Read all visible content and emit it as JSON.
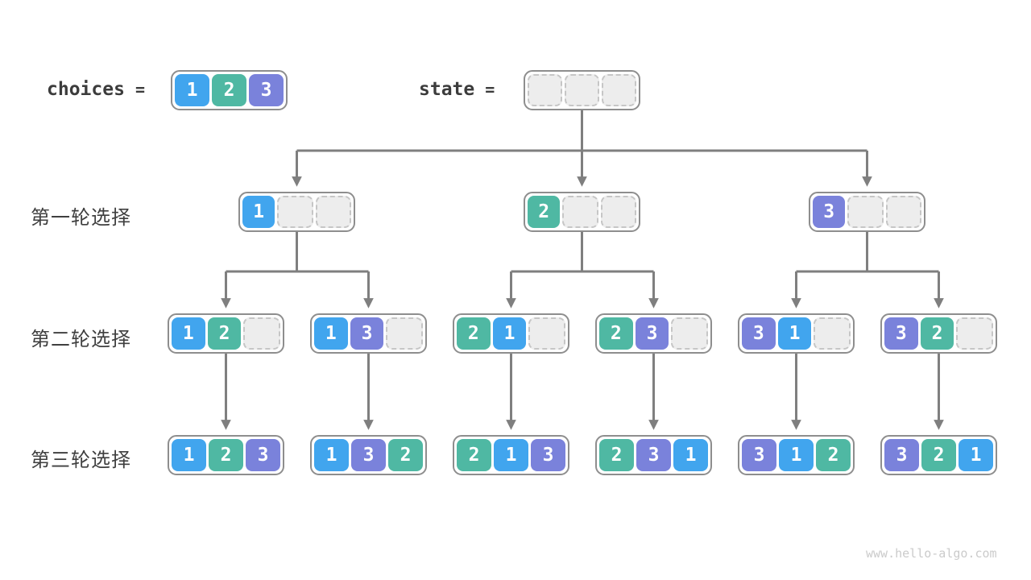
{
  "palette": {
    "1": "#41A5EE",
    "2": "#4FB8A3",
    "3": "#7A82DB"
  },
  "colors": {
    "arrow": "#7F7F7F",
    "node_border": "#8E8E8E",
    "empty_cell_bg": "#EDEDED",
    "empty_cell_border": "#C6C6C6",
    "text_dark": "#3C3C3C",
    "watermark": "#CBCBCB"
  },
  "labels": {
    "choices": "choices",
    "state": "state",
    "equals": "=",
    "round1": "第一轮选择",
    "round2": "第二轮选择",
    "round3": "第三轮选择",
    "watermark": "www.hello-algo.com"
  },
  "nodes": {
    "choices": [
      "1",
      "2",
      "3"
    ],
    "state": [
      "",
      "",
      ""
    ],
    "r1": [
      [
        "1",
        "",
        ""
      ],
      [
        "2",
        "",
        ""
      ],
      [
        "3",
        "",
        ""
      ]
    ],
    "r2": [
      [
        "1",
        "2",
        ""
      ],
      [
        "1",
        "3",
        ""
      ],
      [
        "2",
        "1",
        ""
      ],
      [
        "2",
        "3",
        ""
      ],
      [
        "3",
        "1",
        ""
      ],
      [
        "3",
        "2",
        ""
      ]
    ],
    "r3": [
      [
        "1",
        "2",
        "3"
      ],
      [
        "1",
        "3",
        "2"
      ],
      [
        "2",
        "1",
        "3"
      ],
      [
        "2",
        "3",
        "1"
      ],
      [
        "3",
        "1",
        "2"
      ],
      [
        "3",
        "2",
        "1"
      ]
    ]
  }
}
